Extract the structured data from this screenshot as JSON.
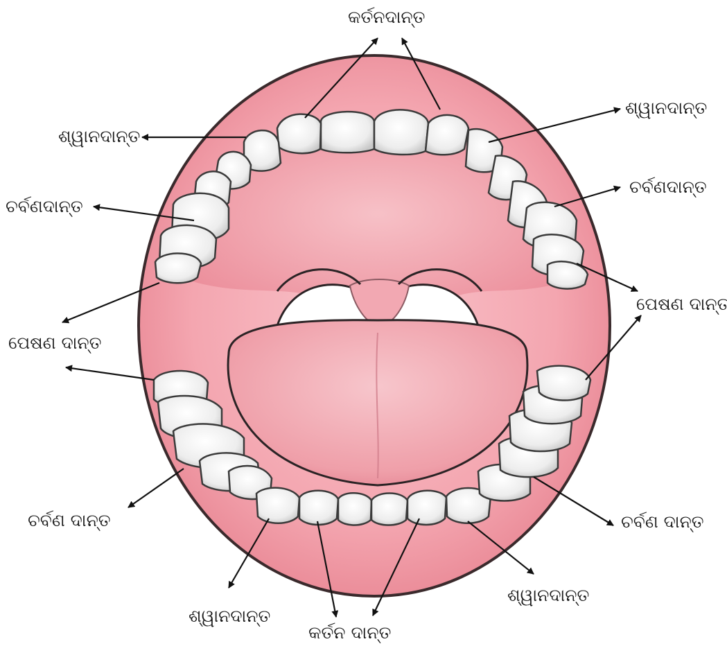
{
  "colors": {
    "mouth_outline": "#3a2a2c",
    "gum_pink": "#f4a6b0",
    "palate_pink": "#ee9aa5",
    "tongue_pink": "#f2b3bb",
    "tooth_fill": "#f6f6f6",
    "tooth_shadow": "#c9c9c9",
    "arrow": "#111111"
  },
  "labels": {
    "top_incisor": "କର୍ତନଦାନ୍ତ",
    "upper_left_canine": "ଶ୍ୱାନଦାନ୍ତ",
    "upper_right_canine": "ଶ୍ୱାନଦାନ୍ତ",
    "upper_left_premolar": "ଚର୍ବଣଦାନ୍ତ",
    "upper_right_premolar": "ଚର୍ବଣଦାନ୍ତ",
    "left_molar": "ପେଷଣ ଦାନ୍ତ",
    "right_molar": "ପେଷଣ ଦାନ୍ତ",
    "lower_left_premolar": "ଚର୍ବଣ ଦାନ୍ତ",
    "lower_right_premolar": "ଚର୍ବଣ ଦାନ୍ତ",
    "lower_left_canine": "ଶ୍ୱାନଦାନ୍ତ",
    "lower_right_canine": "ଶ୍ୱାନଦାନ୍ତ",
    "lower_incisor": "କର୍ତନ ଦାନ୍ତ"
  },
  "icons": {
    "mouth": "open-mouth-illustration",
    "tongue": "tongue-shape",
    "uvula": "uvula-shape",
    "arrow": "arrow-icon"
  }
}
